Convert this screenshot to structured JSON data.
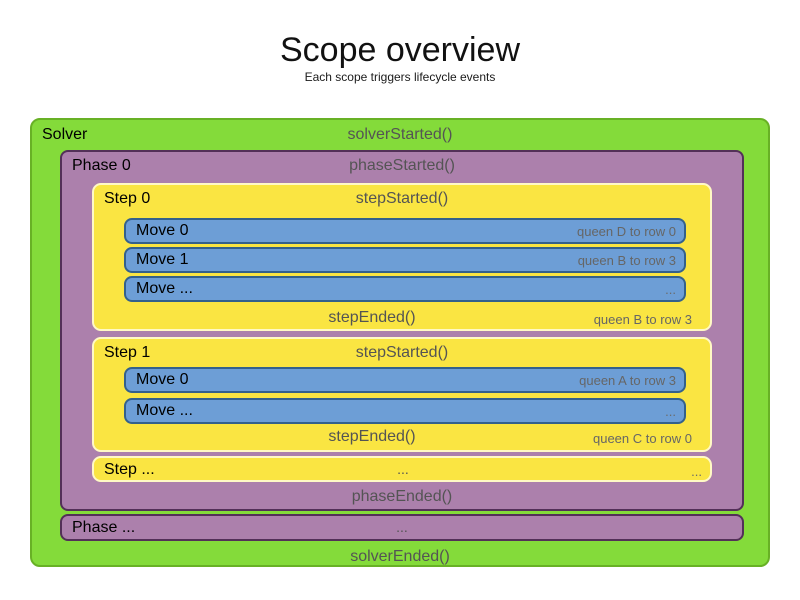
{
  "title": "Scope overview",
  "subtitle": "Each scope triggers lifecycle events",
  "colors": {
    "solver_fill": "#84db3a",
    "solver_border": "#68b125",
    "phase_fill": "#ac80ac",
    "phase_border": "#533058",
    "step_fill": "#fae542",
    "step_border": "#fff9c5",
    "move_fill": "#6d9ed6",
    "move_border": "#33618c",
    "lifecycle_text": "#545454",
    "note_text": "#666666"
  },
  "solver": {
    "label": "Solver",
    "started": "solverStarted()",
    "ended": "solverEnded()"
  },
  "phase0": {
    "label": "Phase 0",
    "started": "phaseStarted()",
    "ended": "phaseEnded()"
  },
  "step0": {
    "label": "Step 0",
    "started": "stepStarted()",
    "ended": "stepEnded()",
    "ended_note": "queen B to row 3",
    "moves": [
      {
        "label": "Move 0",
        "note": "queen D to row 0"
      },
      {
        "label": "Move 1",
        "note": "queen B to row 3"
      },
      {
        "label": "Move ...",
        "note": "..."
      }
    ]
  },
  "step1": {
    "label": "Step 1",
    "started": "stepStarted()",
    "ended": "stepEnded()",
    "ended_note": "queen C to row 0",
    "moves": [
      {
        "label": "Move 0",
        "note": "queen A to row 3"
      },
      {
        "label": "Move ...",
        "note": "..."
      }
    ]
  },
  "stepdots": {
    "label": "Step ...",
    "center": "...",
    "right": "..."
  },
  "phasedots": {
    "label": "Phase ...",
    "center": "..."
  }
}
